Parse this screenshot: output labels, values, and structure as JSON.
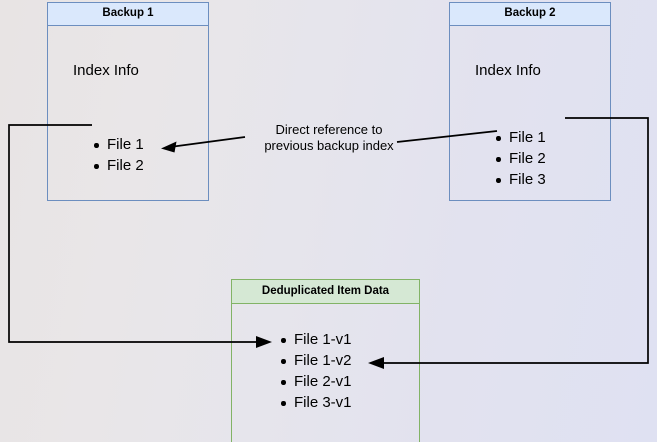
{
  "diagram": {
    "title": "Backup deduplication index reference diagram",
    "background_colors": {
      "gradient_start": "#e8e4e4",
      "gradient_end": "#dfe1f2"
    },
    "accent_colors": {
      "blue_border": "#6c8ebf",
      "blue_header_fill": "#dae8fc",
      "green_border": "#82b366",
      "green_header_fill": "#d5e8d4",
      "connector": "#000000"
    },
    "nodes": {
      "backup1": {
        "header": "Backup 1",
        "section_label": "Index Info",
        "files": [
          "File 1",
          "File 2"
        ]
      },
      "backup2": {
        "header": "Backup 2",
        "section_label": "Index Info",
        "files": [
          "File 1",
          "File 2",
          "File 3"
        ]
      },
      "dedup": {
        "header": "Deduplicated Item Data",
        "items": [
          "File 1-v1",
          "File 1-v2",
          "File 2-v1",
          "File 3-v1"
        ]
      }
    },
    "annotations": {
      "direct_reference": {
        "line1": "Direct reference to",
        "line2": "previous backup index"
      }
    },
    "edges": [
      {
        "name": "backup2-index-to-backup1-index",
        "from": "backup2.files.1",
        "to": "backup1.files.1",
        "label": "Direct reference to previous backup index",
        "arrowhead": "to"
      },
      {
        "name": "backup1-index-to-dedup-data",
        "from": "backup1.files.0",
        "to": "dedup.items.0",
        "arrowhead": "to"
      },
      {
        "name": "backup2-index-to-dedup-data",
        "from": "backup2.files.0",
        "to": "dedup.items.1",
        "arrowhead": "to"
      }
    ]
  }
}
